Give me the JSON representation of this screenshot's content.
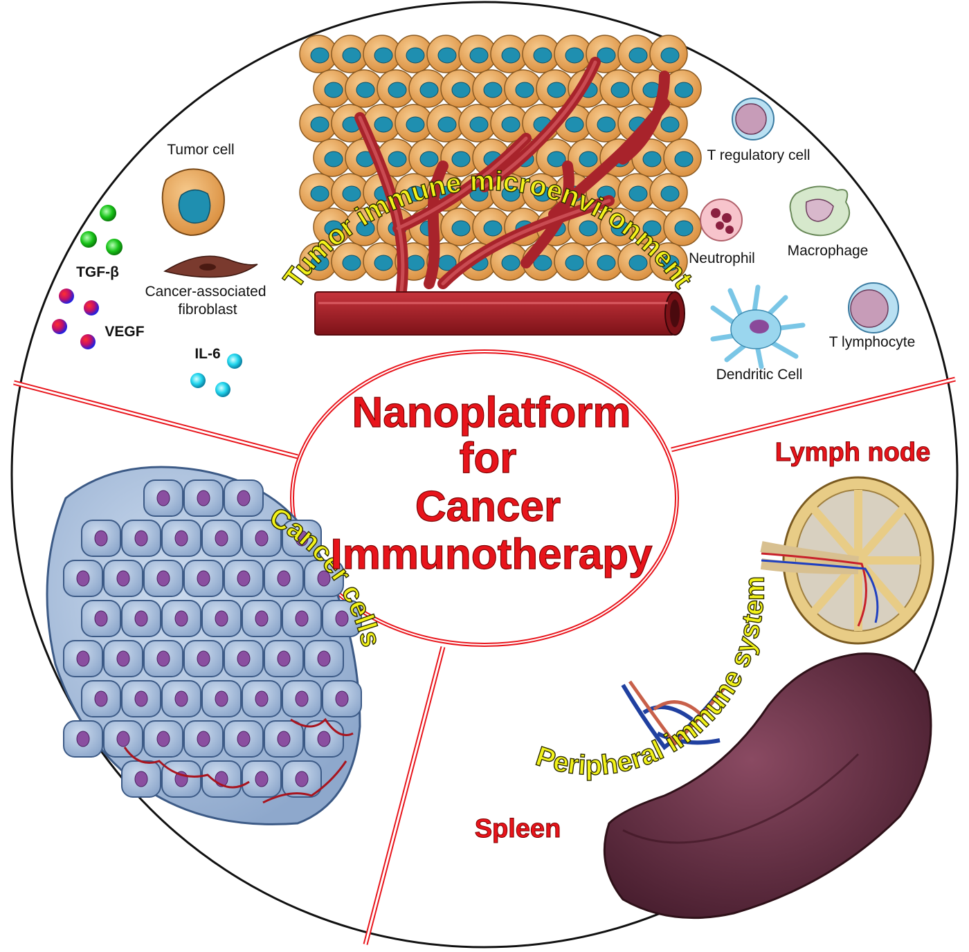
{
  "center": {
    "line1": "Nanoplatform",
    "line2": "for",
    "line3": "Cancer",
    "line4": "Immunotherapy"
  },
  "sections": {
    "tme": "Tumor immune microenvironment",
    "cancer_cells": "Cancer cells",
    "peripheral": "Peripheral immune system"
  },
  "labels": {
    "tumor_cell": "Tumor cell",
    "caf_line1": "Cancer-associated",
    "caf_line2": "fibroblast",
    "tgf": "TGF-β",
    "vegf": "VEGF",
    "il6": "IL-6",
    "treg": "T regulatory cell",
    "neutrophil": "Neutrophil",
    "macrophage": "Macrophage",
    "dendritic": "Dendritic Cell",
    "t_lymph": "T lymphocyte",
    "lymph_node": "Lymph node",
    "spleen": "Spleen"
  },
  "colors": {
    "divider": "#e8141b",
    "title_red": "#e8141b",
    "arc_yellow": "#f2f21a",
    "tumor_cell": "#e9a85a",
    "nucleus": "#1f8fb0",
    "vessel": "#a8232b",
    "cancer_cell": "#a9bfdc",
    "cancer_nucleus": "#8a4fa0",
    "spleen": "#6b3348"
  }
}
